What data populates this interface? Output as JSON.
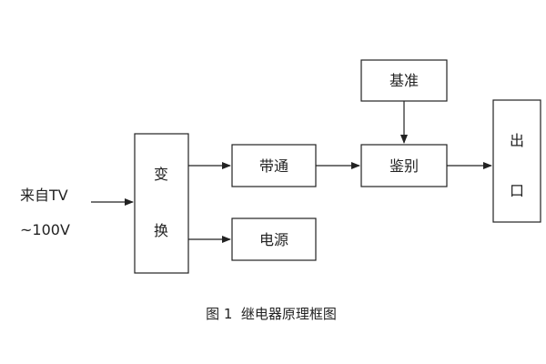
{
  "input": {
    "line1": "来自TV",
    "line2": "~100V"
  },
  "blocks": {
    "convert_top": "变",
    "convert_bottom": "换",
    "bandpass": "带通",
    "power": "电源",
    "reference": "基准",
    "discriminator": "鉴别",
    "outlet_top": "出",
    "outlet_bottom": "口"
  },
  "caption": "图 1  继电器原理框图",
  "colors": {
    "stroke": "#222222",
    "background": "#ffffff"
  }
}
